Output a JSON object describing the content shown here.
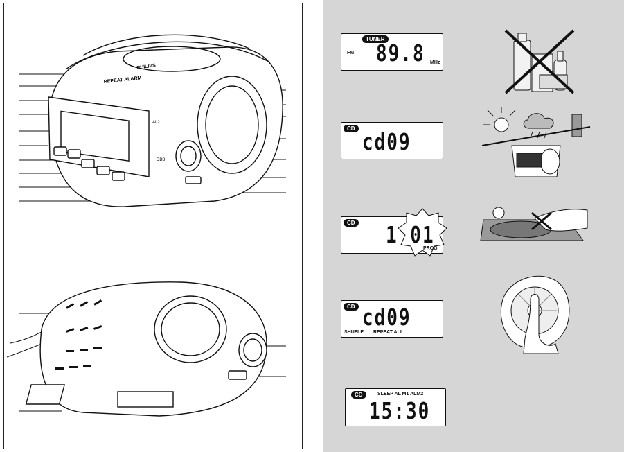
{
  "left_page": {
    "top_figure": {
      "brand": "PHILIPS",
      "repeat_alarm_label": "REPEAT ALARM",
      "al2_label": "AL2",
      "dbb_label": "DBB",
      "callout_count_left": 10,
      "callout_count_right": 7
    },
    "bottom_figure": {
      "callout_count_left": 3,
      "callout_count_right": 2
    }
  },
  "right_page": {
    "displays": [
      {
        "badge": "TUNER",
        "band": "FM",
        "digits": "89.8",
        "unit": "MHz"
      },
      {
        "badge": "CD",
        "digits": "cd09"
      },
      {
        "badge": "CD",
        "digits": "1 01",
        "indicator": "PROG"
      },
      {
        "badge": "CD",
        "digits": "cd09",
        "indicators": [
          "SHUFLE",
          "REPEAT ALL"
        ]
      },
      {
        "badge": "CD",
        "indicators_top": "SLEEP AL M1  ALM2",
        "digits": "15:30"
      }
    ],
    "illustrations": [
      {
        "icon": "no-solvents-icon"
      },
      {
        "icon": "avoid-heat-rain-icon"
      },
      {
        "icon": "do-not-touch-lens-icon"
      },
      {
        "icon": "clean-disc-icon"
      }
    ]
  }
}
